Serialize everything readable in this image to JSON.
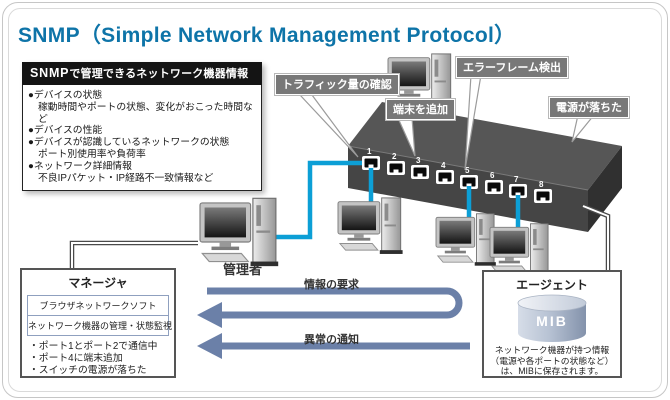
{
  "title": "SNMP（Simple Network Management Protocol）",
  "infobox": {
    "header_strong": "SNMP",
    "header_rest": "で管理できるネットワーク機器情報",
    "lines": [
      "●デバイスの状態",
      "稼動時間やポートの状態、変化がおこった時間など",
      "●デバイスの性能",
      "●デバイスが認識しているネットワークの状態",
      "ポート別使用率や負荷率",
      "●ネットワーク詳細情報",
      "不良IPパケット・IP経路不一致情報など"
    ]
  },
  "callouts": {
    "traffic": "トラフィック量の確認",
    "add_terminal": "端末を追加",
    "error_frame": "エラーフレーム検出",
    "power_down": "電源が落ちた"
  },
  "switch_device": {
    "ports": [
      "1",
      "2",
      "3",
      "4",
      "5",
      "6",
      "7",
      "8"
    ]
  },
  "admin_label": "管理者",
  "flows": {
    "request": "情報の要求",
    "notify": "異常の通知"
  },
  "manager": {
    "title": "マネージャ",
    "software": [
      "ブラウザネットワークソフト",
      "ネットワーク機器の管理・状態監視"
    ],
    "bullets": [
      "・ポート1とポート2で通信中",
      "・ポート4に端末追加",
      "・スイッチの電源が落ちた"
    ]
  },
  "agent": {
    "title": "エージェント",
    "mib_label": "MIB",
    "note_lines": [
      "ネットワーク機器が持つ情報",
      "（電源や各ポートの状態など）",
      "は、MIBに保存されます。"
    ]
  },
  "colors": {
    "title_blue": "#0e74a8",
    "cable_blue": "#0c9fd6",
    "arrow_slate": "#6b80a8",
    "callout_gray": "#787878"
  }
}
